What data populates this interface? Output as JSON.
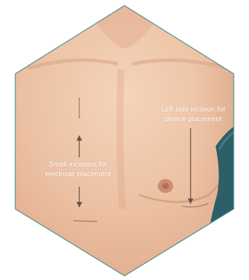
{
  "annotations": {
    "electrode_label_line1": "Small incisions for",
    "electrode_label_line2": "electrode placement",
    "device_label_line1": "Left side incision for",
    "device_label_line2": "device placement"
  },
  "colors": {
    "skin_light": "#f1cdb2",
    "skin_mid": "#e7b596",
    "skin_shadow": "#c98f70",
    "hexagon_outline": "#4e8f86",
    "garment": "#2c5f68",
    "arrow": "#6b5147",
    "incision": "#b27c68",
    "nipple": "#b86f57",
    "label_text": "#ffffff"
  }
}
